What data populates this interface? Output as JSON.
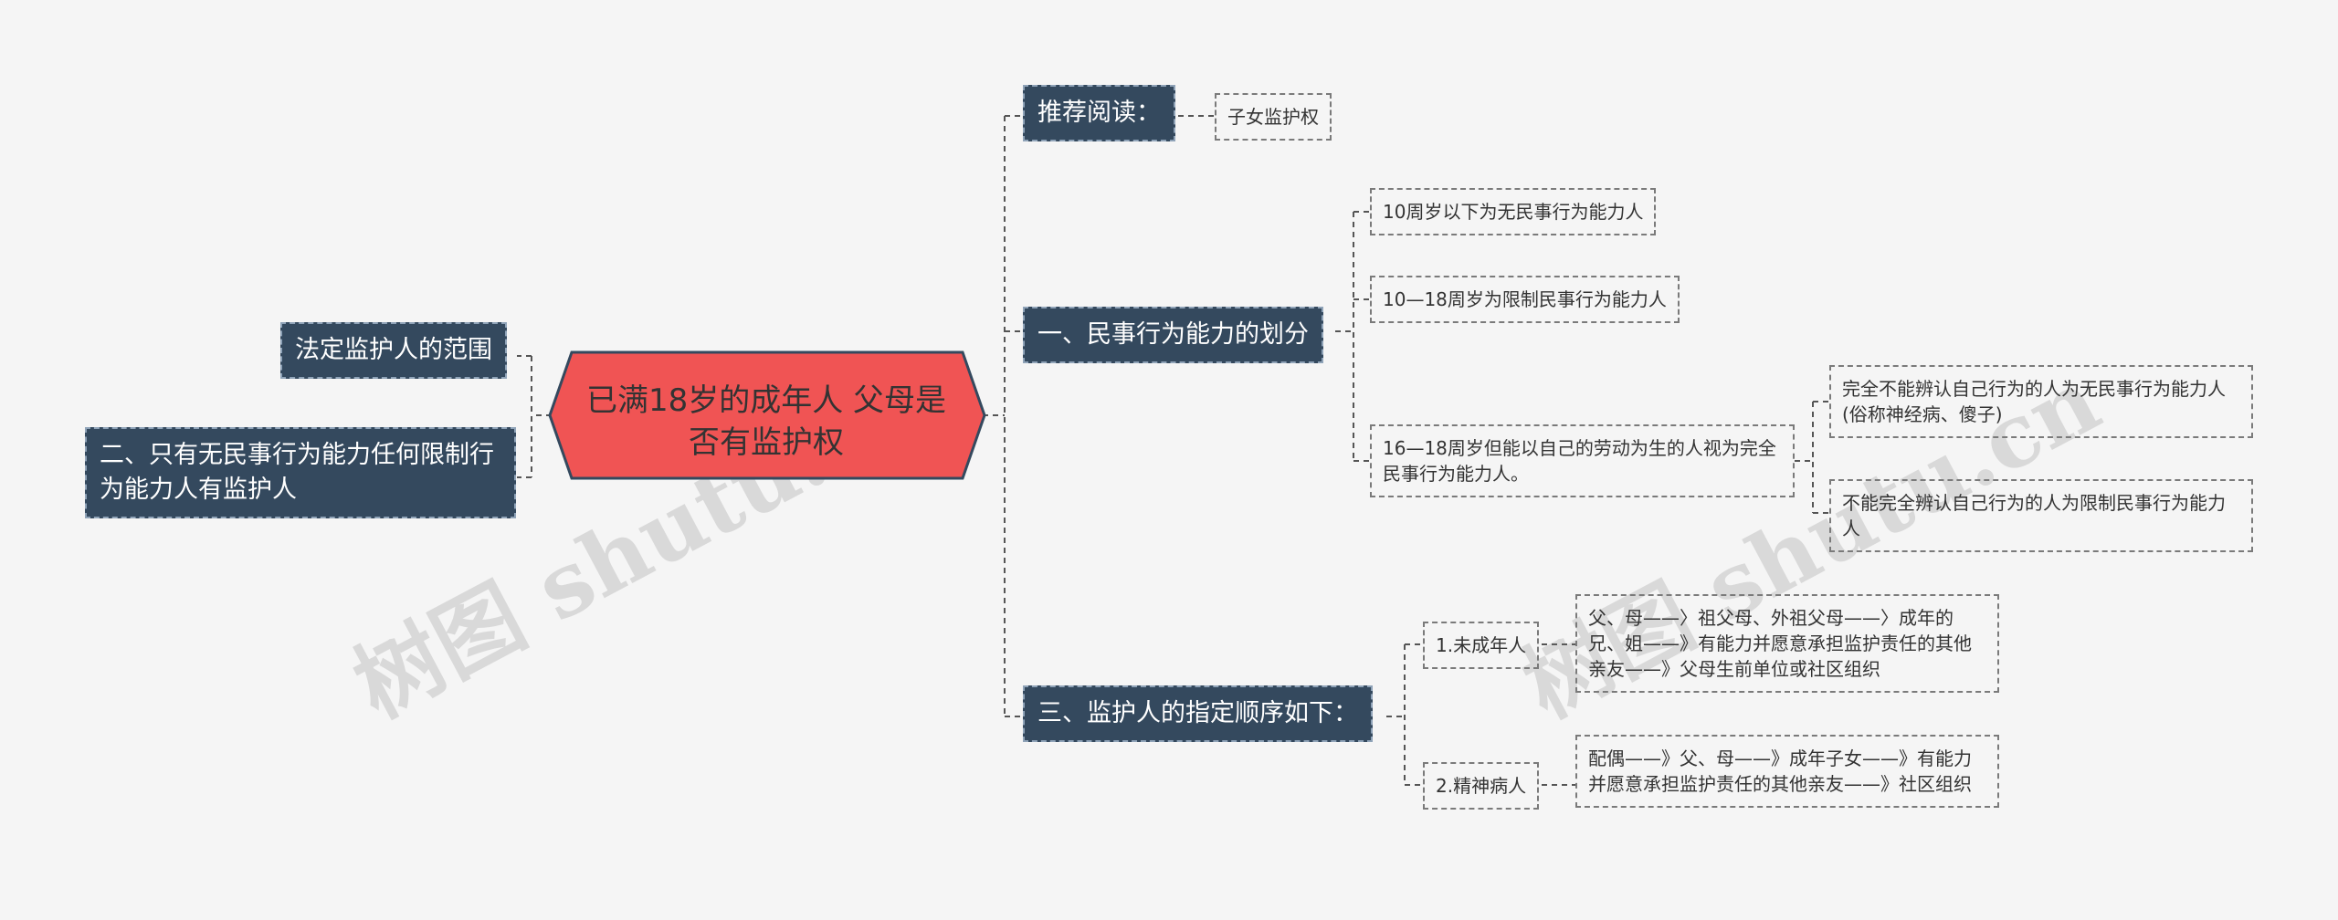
{
  "root": {
    "label": "已满18岁的成年人 父母是否有监护权"
  },
  "left": [
    {
      "label": "法定监护人的范围"
    },
    {
      "label": "二、只有无民事行为能力任何限制行为能力人有监护人"
    }
  ],
  "branches": {
    "reading": {
      "label": "推荐阅读：",
      "leaf": "子女监护权"
    },
    "capacity": {
      "label": "一、民事行为能力的划分",
      "children": [
        {
          "label": "10周岁以下为无民事行为能力人"
        },
        {
          "label": "10—18周岁为限制民事行为能力人"
        },
        {
          "label": "16—18周岁但能以自己的劳动为生的人视为完全民事行为能力人。",
          "children": [
            {
              "label": "完全不能辨认自己行为的人为无民事行为能力人(俗称神经病、傻子)"
            },
            {
              "label": "不能完全辨认自己行为的人为限制民事行为能力人"
            }
          ]
        }
      ]
    },
    "guardian_order": {
      "label": "三、监护人的指定顺序如下：",
      "children": [
        {
          "label": "1.未成年人",
          "detail": "父、母——〉祖父母、外祖父母——〉成年的兄、姐——》有能力并愿意承担监护责任的其他亲友——》父母生前单位或社区组织"
        },
        {
          "label": "2.精神病人",
          "detail": "配偶——》父、母——》成年子女——》有能力并愿意承担监护责任的其他亲友——》社区组织"
        }
      ]
    }
  },
  "watermark": "树图 shutu.cn",
  "colors": {
    "background": "#f5f5f5",
    "root_fill": "#f05454",
    "node_fill": "#34495e",
    "connector": "#555555"
  }
}
